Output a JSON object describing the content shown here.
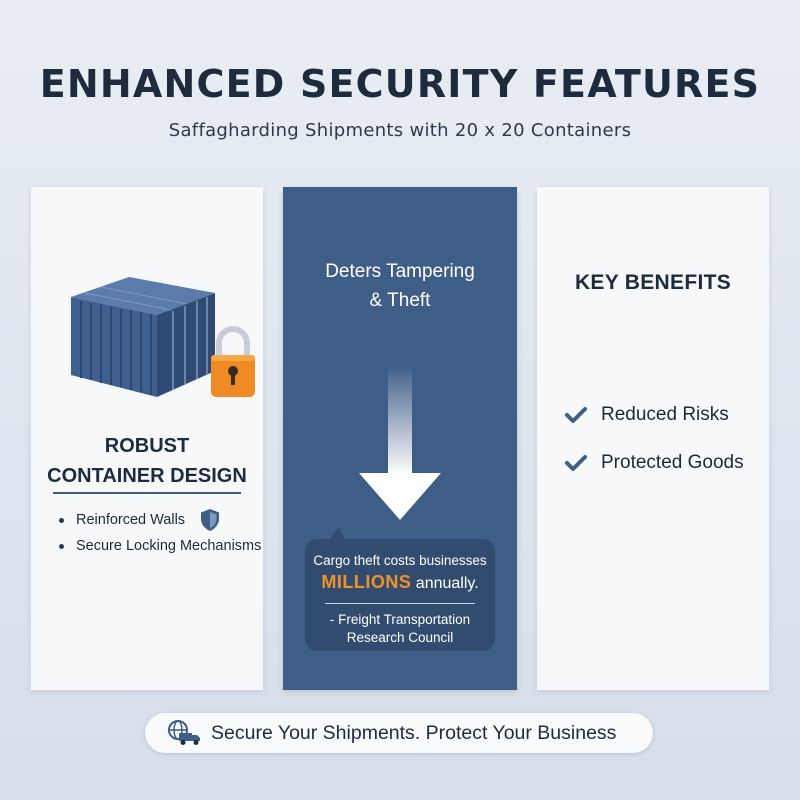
{
  "header": {
    "title": "ENHANCED SECURITY FEATURES",
    "subtitle": "Saffagharding Shipments with 20 x 20 Containers"
  },
  "left_card": {
    "heading_line1": "ROBUST",
    "heading_line2": "CONTAINER DESIGN",
    "features": [
      "Reinforced Walls",
      "Secure Locking Mechanisms"
    ]
  },
  "middle_card": {
    "heading_line1": "Deters Tampering",
    "heading_line2": "& Theft",
    "quote": {
      "line1": "Cargo theft costs businesses",
      "highlight": "MILLIONS",
      "line2_rest": "annually.",
      "source_line1": "- Freight Transportation",
      "source_line2": "Research Council"
    }
  },
  "right_card": {
    "heading": "KEY BENEFITS",
    "benefits": [
      "Reduced Risks",
      "Protected Goods"
    ]
  },
  "footer": {
    "text": "Secure Your Shipments. Protect Your Business"
  },
  "icons": {
    "container": "shipping-container-icon",
    "padlock": "padlock-icon",
    "shield": "shield-icon",
    "arrow": "down-arrow-icon",
    "check": "check-icon",
    "truck": "globe-truck-icon"
  },
  "colors": {
    "navy_panel": "#3e5d87",
    "quote_box": "#324c6f",
    "accent_orange": "#f0922a",
    "heading_dark": "#1d2b3d"
  }
}
